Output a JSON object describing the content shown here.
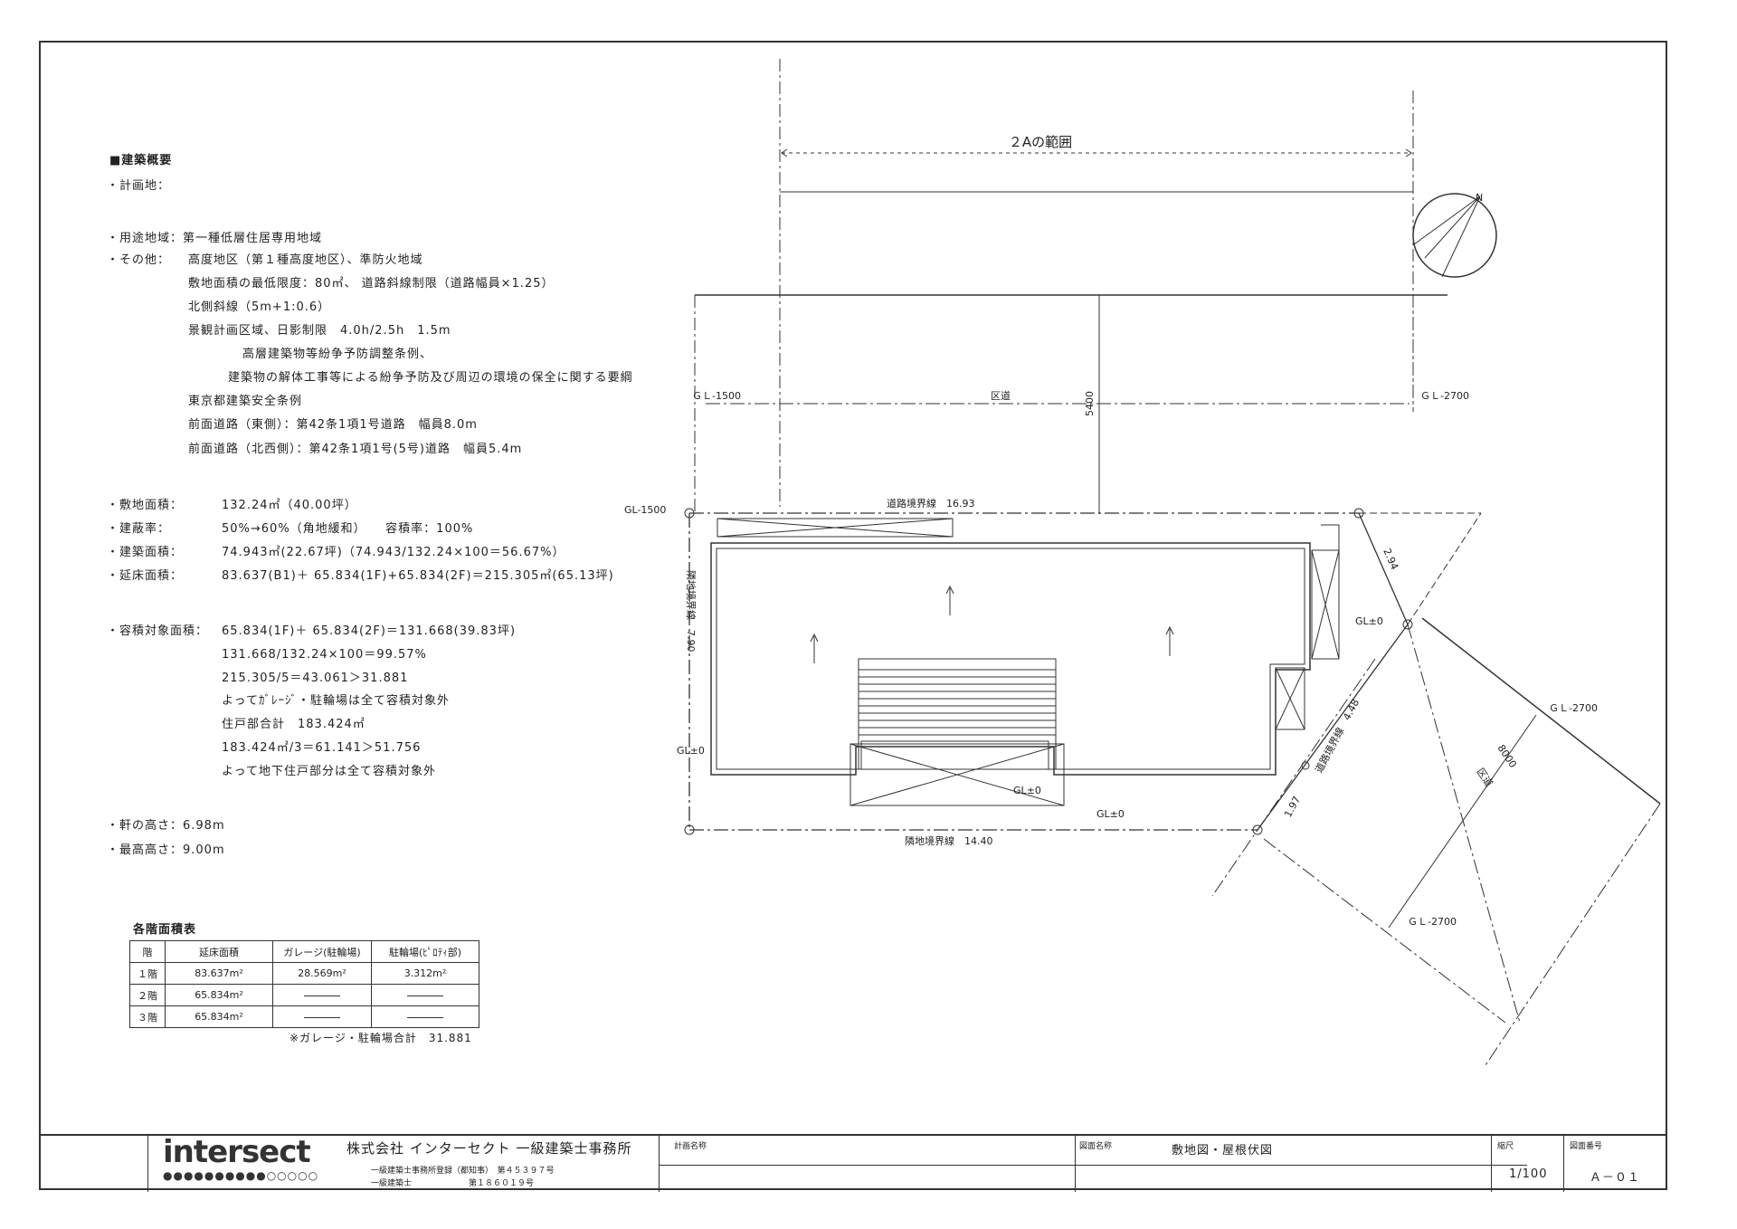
{
  "summary": {
    "heading": "■建築概要",
    "site_label": "・計画地：",
    "zoning": "・用途地域：第一種低層住居専用地域",
    "other_label": "・その他：",
    "other_lines": [
      "高度地区（第１種高度地区）、準防火地域",
      "敷地面積の最低限度：80㎡、 道路斜線制限（道路幅員×1.25）",
      "北側斜線（5m+1:0.6）",
      "景観計画区域、日影制限　4.0h/2.5h　1.5m",
      "高層建築物等紛争予防調整条例、",
      "建築物の解体工事等による紛争予防及び周辺の環境の保全に関する要綱",
      "東京都建築安全条例",
      "前面道路（東側）：第42条1項1号道路　幅員8.0m",
      "前面道路（北西側）：第42条1項1号(5号)道路　幅員5.4m"
    ],
    "site_area_label": "・敷地面積：",
    "site_area": "132.24㎡（40.00坪）",
    "coverage_label": "・建蔽率：",
    "coverage": "50%→60%（角地緩和）　　容積率：100%",
    "building_area_label": "・建築面積：",
    "building_area": "74.943㎡(22.67坪)（74.943/132.24×100＝56.67%）",
    "floor_area_label": "・延床面積：",
    "floor_area": "83.637(B1)＋ 65.834(1F)+65.834(2F)＝215.305㎡(65.13坪)",
    "far_label": "・容積対象面積：",
    "far_lines": [
      "65.834(1F)＋ 65.834(2F)＝131.668(39.83坪)",
      "131.668/132.24×100＝99.57%",
      "215.305/5＝43.061＞31.881",
      "よってｶﾞﾚｰｼﾞ・駐輪場は全て容積対象外",
      "住戸部合計　183.424㎡",
      "183.424㎡/3＝61.141＞51.756",
      "よって地下住戸部分は全て容積対象外"
    ],
    "eaves": "・軒の高さ：6.98m",
    "max_height": "・最高高さ：9.00m"
  },
  "area_table": {
    "title": "各階面積表",
    "headers": [
      "階",
      "延床面積",
      "ガレージ(駐輪場)",
      "駐輪場(ﾋﾟﾛﾃｨ部)"
    ],
    "rows": [
      [
        "１階",
        "83.637m²",
        "28.569m²",
        "3.312m²"
      ],
      [
        "２階",
        "65.834m²",
        "",
        ""
      ],
      [
        "３階",
        "65.834m²",
        "",
        ""
      ]
    ],
    "note": "※ガレージ・駐輪場合計　31.881"
  },
  "plan": {
    "range_label": "２Aの範囲",
    "road_nw": "区道",
    "road_e": "区道",
    "gl_nw_left": "ＧＬ-1500",
    "gl_nw_right": "ＧＬ-2700",
    "gl_corner": "GL-1500",
    "road_width_nw": "5400",
    "road_width_e": "8000",
    "boundary_north": "道路境界線　16.93",
    "boundary_west": "隣地境界線　7.90",
    "boundary_south": "隣地境界線　14.40",
    "boundary_east": "道路境界線　4.48",
    "dim_294": "2.94",
    "dim_197": "1.97",
    "gl_zero_1": "GL±0",
    "gl_zero_2": "GL±0",
    "gl_zero_3": "GL±0",
    "gl_zero_4": "GL±0",
    "gl_e_1": "ＧＬ-2700",
    "gl_e_2": "ＧＬ-2700",
    "north_mark": "N"
  },
  "titleblock": {
    "logo": "intersect",
    "logo_dots": "●●●●●●●●●●○○○○○",
    "company": "株式会社 インターセクト 一級建築士事務所",
    "reg1": "一級建築士事務所登録（都知事）　第４５３９７号",
    "reg2": "一級建築士　　　　　　　第１８６０１９号",
    "project_label": "計画名称",
    "drawing_name_label": "図面名称",
    "drawing_name": "敷地図・屋根伏図",
    "scale_label": "縮尺",
    "scale": "1/100",
    "number_label": "図面番号",
    "number": "Ａ－０１"
  }
}
